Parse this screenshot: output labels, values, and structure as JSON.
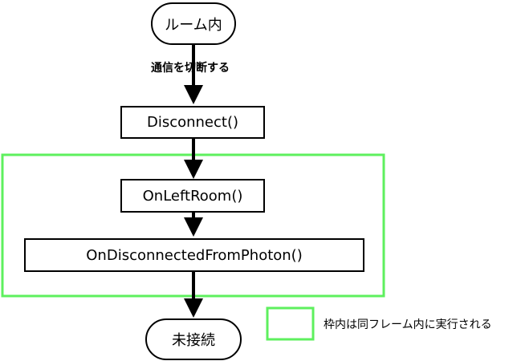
{
  "diagram": {
    "nodes": {
      "start": {
        "label": "ルーム内",
        "shape": "terminal"
      },
      "disconnect": {
        "label": "Disconnect()",
        "shape": "process"
      },
      "on_left_room": {
        "label": "OnLeftRoom()",
        "shape": "process"
      },
      "on_disconnected": {
        "label": "OnDisconnectedFromPhoton()",
        "shape": "process"
      },
      "end": {
        "label": "未接続",
        "shape": "terminal"
      }
    },
    "edges": [
      {
        "from": "start",
        "to": "disconnect",
        "label": "通信を切断する"
      },
      {
        "from": "disconnect",
        "to": "on_left_room",
        "label": ""
      },
      {
        "from": "on_left_room",
        "to": "on_disconnected",
        "label": ""
      },
      {
        "from": "on_disconnected",
        "to": "end",
        "label": ""
      }
    ],
    "group": {
      "members": [
        "on_left_room",
        "on_disconnected"
      ],
      "color": "#5ef05e"
    },
    "legend": {
      "label": "枠内は同フレーム内に実行される",
      "swatch_color": "#5ef05e"
    },
    "colors": {
      "stroke": "#000000",
      "fill": "#ffffff",
      "text": "#000000"
    }
  }
}
